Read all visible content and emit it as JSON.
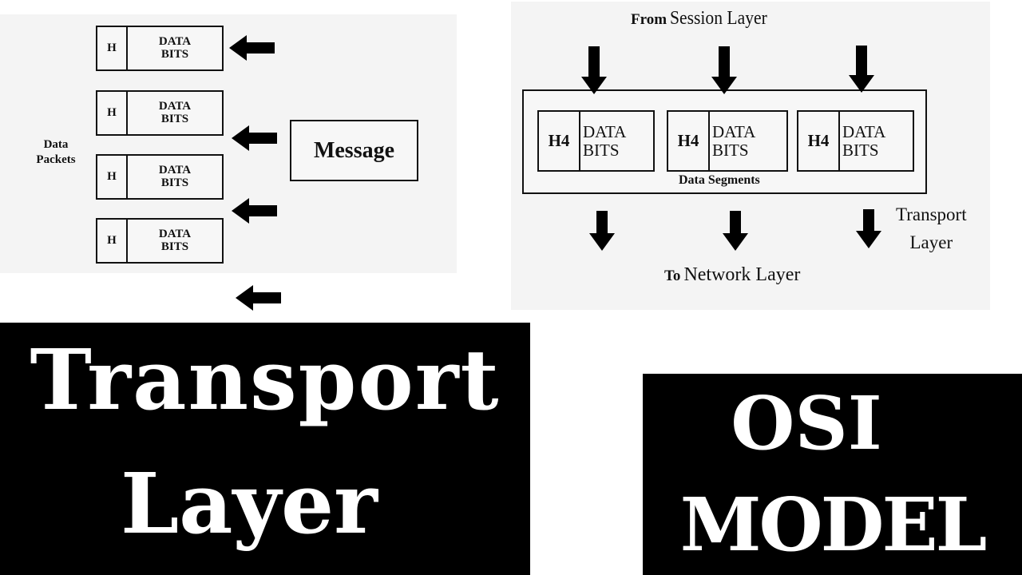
{
  "left_diagram": {
    "side_label": [
      "Data",
      "Packets"
    ],
    "packets": [
      {
        "header": "H",
        "data": [
          "DATA",
          "BITS"
        ]
      },
      {
        "header": "H",
        "data": [
          "DATA",
          "BITS"
        ]
      },
      {
        "header": "H",
        "data": [
          "DATA",
          "BITS"
        ]
      },
      {
        "header": "H",
        "data": [
          "DATA",
          "BITS"
        ]
      }
    ],
    "message": "Message"
  },
  "right_diagram": {
    "from_prefix": "From",
    "from_layer": "Session Layer",
    "segments": [
      {
        "header": "H4",
        "data": [
          "DATA",
          "BITS"
        ]
      },
      {
        "header": "H4",
        "data": [
          "DATA",
          "BITS"
        ]
      },
      {
        "header": "H4",
        "data": [
          "DATA",
          "BITS"
        ]
      }
    ],
    "segments_label": "Data Segments",
    "layer_label": [
      "Transport",
      "Layer"
    ],
    "to_prefix": "To",
    "to_layer": "Network Layer"
  },
  "title_left": [
    "Transport",
    "Layer"
  ],
  "title_right": [
    "OSI",
    "MODEL"
  ],
  "colors": {
    "panel": "#f4f4f4",
    "ink": "#111111",
    "title_bg": "#000000",
    "title_text": "#ffffff"
  }
}
